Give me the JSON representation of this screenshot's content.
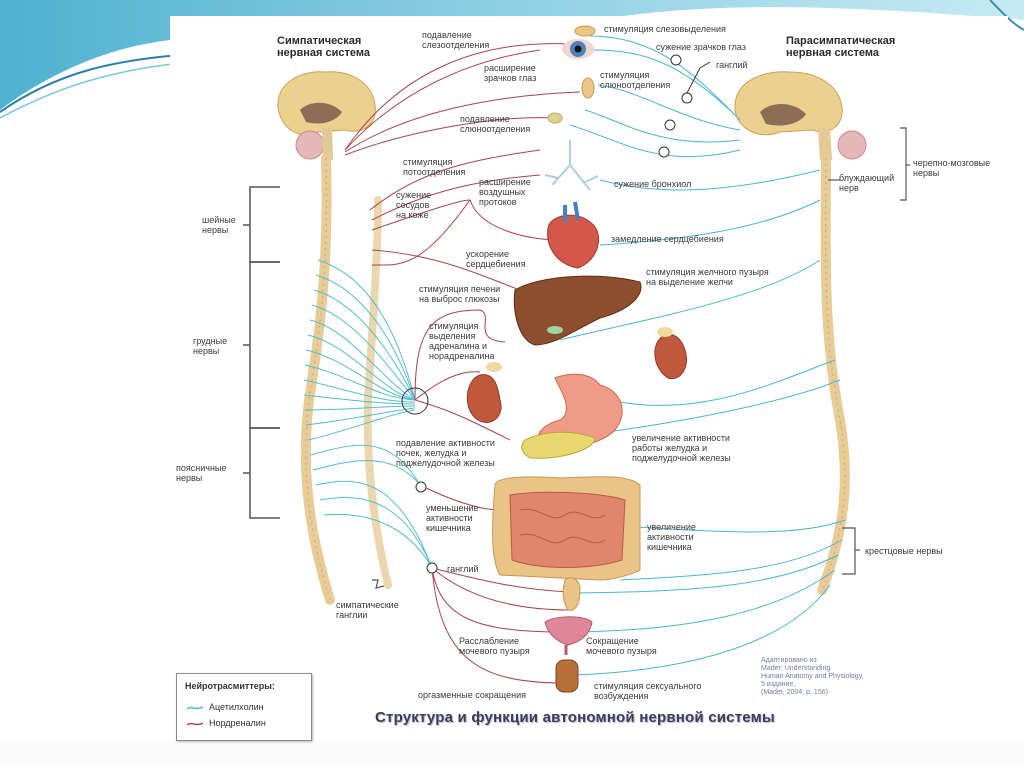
{
  "slide": {
    "background_accent": "#5bb8d4",
    "background_light": "#bfe6f1"
  },
  "diagram": {
    "title": "Структура и функции автономной нервной системы",
    "sympathetic_title": "Симпатическая\nнервная система",
    "parasympathetic_title": "Парасимпатическая\nнервная система",
    "colors": {
      "acetylcholine": "#4bb6cc",
      "noradrenaline": "#a8434d",
      "nerve_tissue": "#e9cf9a"
    },
    "spinal_regions": [
      {
        "label": "шейные\nнервы"
      },
      {
        "label": "грудные\nнервы"
      },
      {
        "label": "поясничные\nнервы"
      }
    ],
    "sympathetic_effects": [
      {
        "label": "подавление\nслезоотделения"
      },
      {
        "label": "расширение\nзрачков глаз"
      },
      {
        "label": "подавление\nслюноотделения"
      },
      {
        "label": "стимуляция\nпотоотделения"
      },
      {
        "label": "сужение\nсосудов\nна коже"
      },
      {
        "label": "расширение\nвоздушных\nпротоков"
      },
      {
        "label": "ускорение\nсердцебиения"
      },
      {
        "label": "стимуляция печени\nна выброс глюкозы"
      },
      {
        "label": "стимуляция\nвыделения\nадреналина и\nнорадреналина"
      },
      {
        "label": "подавление активности\nпочек, желудка и\nподжелудочной железы"
      },
      {
        "label": "уменьшение\nактивности\nкишечника"
      },
      {
        "label": "Расслабление\nмочевого пузыря"
      },
      {
        "label": "оргазменные сокращения"
      }
    ],
    "parasympathetic_effects": [
      {
        "label": "стимуляция слезовыделения"
      },
      {
        "label": "сужение зрачков глаз"
      },
      {
        "label": "стимуляция\nслюноотделения"
      },
      {
        "label": "сужение бронхиол"
      },
      {
        "label": "замедление сердцебиения"
      },
      {
        "label": "стимуляция желчного пузыря\nна выделение желчи"
      },
      {
        "label": "увеличение активности\nработы желудка и\nподжелудочной железы"
      },
      {
        "label": "увеличение\nактивности\nкишечника"
      },
      {
        "label": "Сокращение\nмочевого пузыря"
      },
      {
        "label": "стимуляция сексуального\nвозбуждения"
      }
    ],
    "annotations": {
      "ganglion_top": "ганглий",
      "ganglion_bottom": "ганглий",
      "sympathetic_ganglia": "симпатические\nганглии",
      "vagus_nerve": "блуждающий\nнерв",
      "cranial_nerves": "черепно-мозговые\nнервы",
      "sacral_nerves": "крестцовые нервы"
    },
    "legend": {
      "title": "Нейротрасмиттеры:",
      "items": [
        {
          "label": "Ацетилхолин",
          "color": "#4bb6cc"
        },
        {
          "label": "Нордреналин",
          "color": "#a8434d"
        }
      ]
    },
    "credit": "Адаптировано из\nMader: Understanding\nHuman Anatomy and Physiology,\n5 издание,\n(Mader, 2004, p. 156)."
  }
}
